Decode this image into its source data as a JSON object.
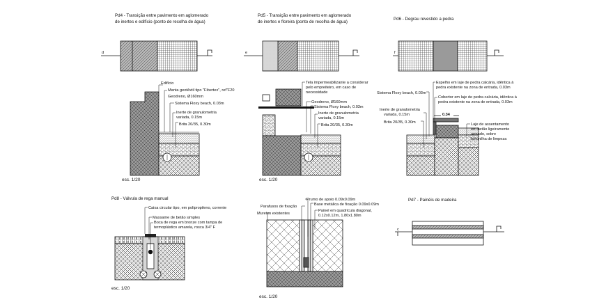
{
  "details": {
    "pd4": {
      "title_line1": "Pd4 - Transição entre pavimento em aglomerado",
      "title_line2": "de inertes e edifício   (ponto de recolha de água)",
      "labels": [
        "Edifício",
        "Manta geotêxtil tipo \"Fibertex\", ref\"F20",
        "Geodreno, Ø160mm",
        "Sistema Floxy beach, 0.03m",
        "Inerte de granulometria",
        "variada, 0.15m",
        "Brita 20/35, 0.30m"
      ],
      "scale": "esc. 1/20"
    },
    "pd5": {
      "title_line1": "Pd5 - Transição entre pavimento em aglomerado",
      "title_line2": "de inertes e floreira   (ponto de recolha de água)",
      "labels": [
        "Tela impermeabilizante a considerar",
        "pelo empreiteiro, em caso de",
        "necessidade",
        "Geodreno, Ø160mm",
        "Sistema Floxy beach, 0.03m",
        "Inerte de granulometria",
        "variada, 0.15m",
        "Brita 20/35, 0.30m"
      ],
      "scale": "esc. 1/20"
    },
    "pd6": {
      "title_line1": "Pd6 - Degrau revestido a pedra",
      "labels": [
        "Espelho em laje de pedra calcária, idêntica à",
        "pedra existente na zona de entrada, 0.03m",
        "Cobertor em laje de pedra calcária, idêntica à",
        "pedra existente na zona de entrada, 0.03m",
        "Sistema Floxy beach, 0.03m",
        "Inerte de granulometria",
        "variada, 0.15m",
        "Brita 20/35, 0.30m",
        "Laje de assentamento",
        "em betão ligeiramente",
        "armado, sobre",
        "betonilha de limpeza"
      ],
      "dimension": "0.34"
    },
    "pd8": {
      "title_line1": "Pd8 - Válvula de rega manual",
      "labels": [
        "Caixa circular tipo, em polipropileno, corrente",
        "Massame de betão simples",
        "Boca de rega em bronze com tampa de",
        "termoplástico amarela, rosca 3/4\" F"
      ],
      "scale": "esc. 1/20"
    },
    "pd9": {
      "labels": [
        "Parafusos de fixação",
        "Muretes existentes",
        "Prumo de apoio 0.09x0.09m",
        "Base metálica de fixação 0.09x0.09m",
        "Painel em quadrícula diagonal,",
        "0.12x0.12m, 1.80x1.80m"
      ],
      "scale": "esc. 1/20"
    },
    "pd7": {
      "title_line1": "Pd7 - Painéis de madeira"
    }
  },
  "section_marks": [
    "d",
    "e",
    "f",
    "c"
  ],
  "colors": {
    "line": "#111111",
    "fill_grey": "#9a9a9a",
    "background": "#ffffff"
  }
}
